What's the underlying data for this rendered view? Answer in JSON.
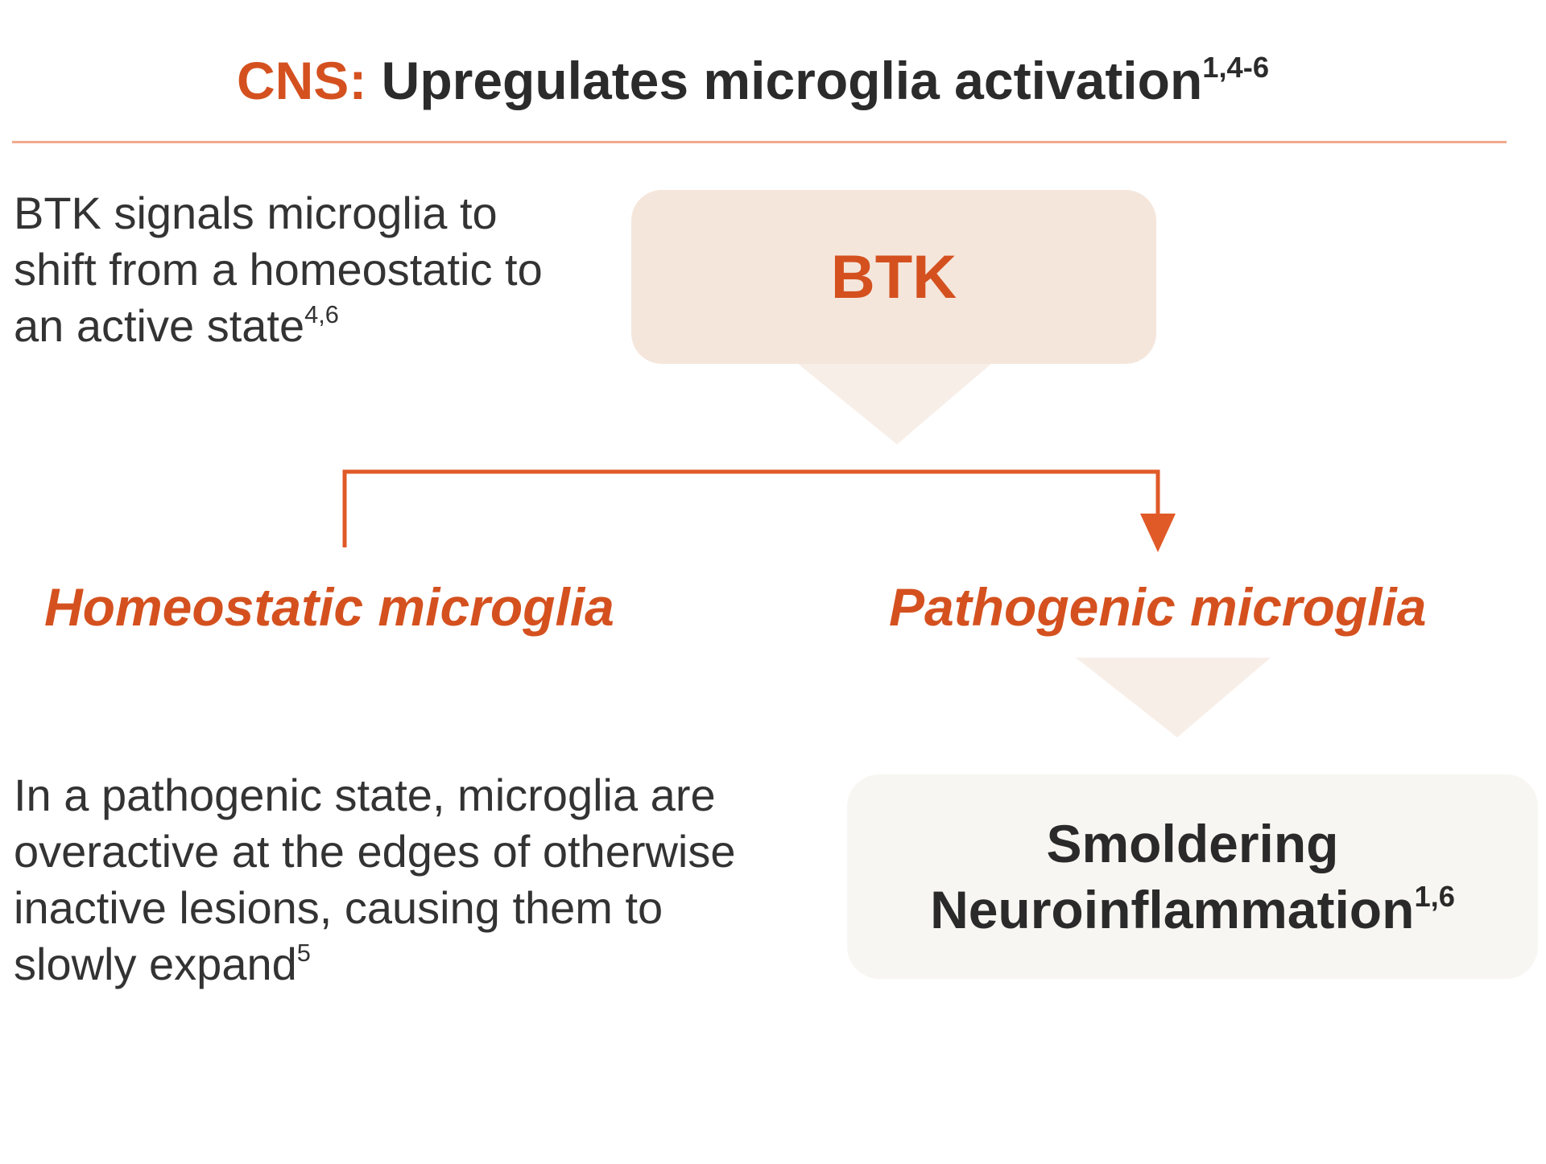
{
  "title": {
    "prefix": "CNS:",
    "text": "Upregulates microglia activation",
    "refs": "1,4-6"
  },
  "intro": {
    "text": "BTK signals microglia to shift from a homeostatic to an active state",
    "refs": "4,6"
  },
  "btk_node": {
    "label": "BTK"
  },
  "branches": {
    "left": "Homeostatic microglia",
    "right": "Pathogenic microglia"
  },
  "detail": {
    "text": "In a pathogenic state, microglia are overactive at the edges of otherwise inactive lesions, causing them to slowly expand",
    "refs": "5"
  },
  "outcome": {
    "line1": "Smoldering",
    "line2": "Neuroinflammation",
    "refs": "1,6"
  },
  "colors": {
    "accent": "#d4511f",
    "connector": "#e05a28",
    "btk_fill": "#f5e6dc",
    "outcome_fill": "#f8f6f2",
    "rule": "#f2aa8c"
  }
}
